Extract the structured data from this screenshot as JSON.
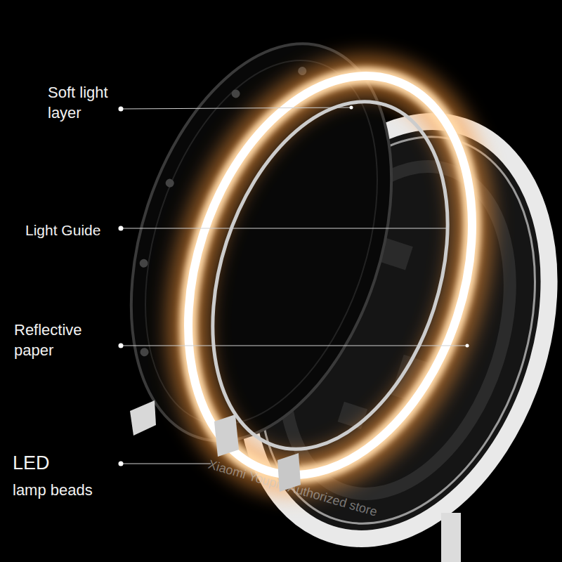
{
  "diagram": {
    "labels": [
      "Soft light layer",
      "Light Guide",
      "Reflective paper",
      "LED",
      "lamp beads",
      "Xiaomi Youpin Authorized store"
    ]
  }
}
